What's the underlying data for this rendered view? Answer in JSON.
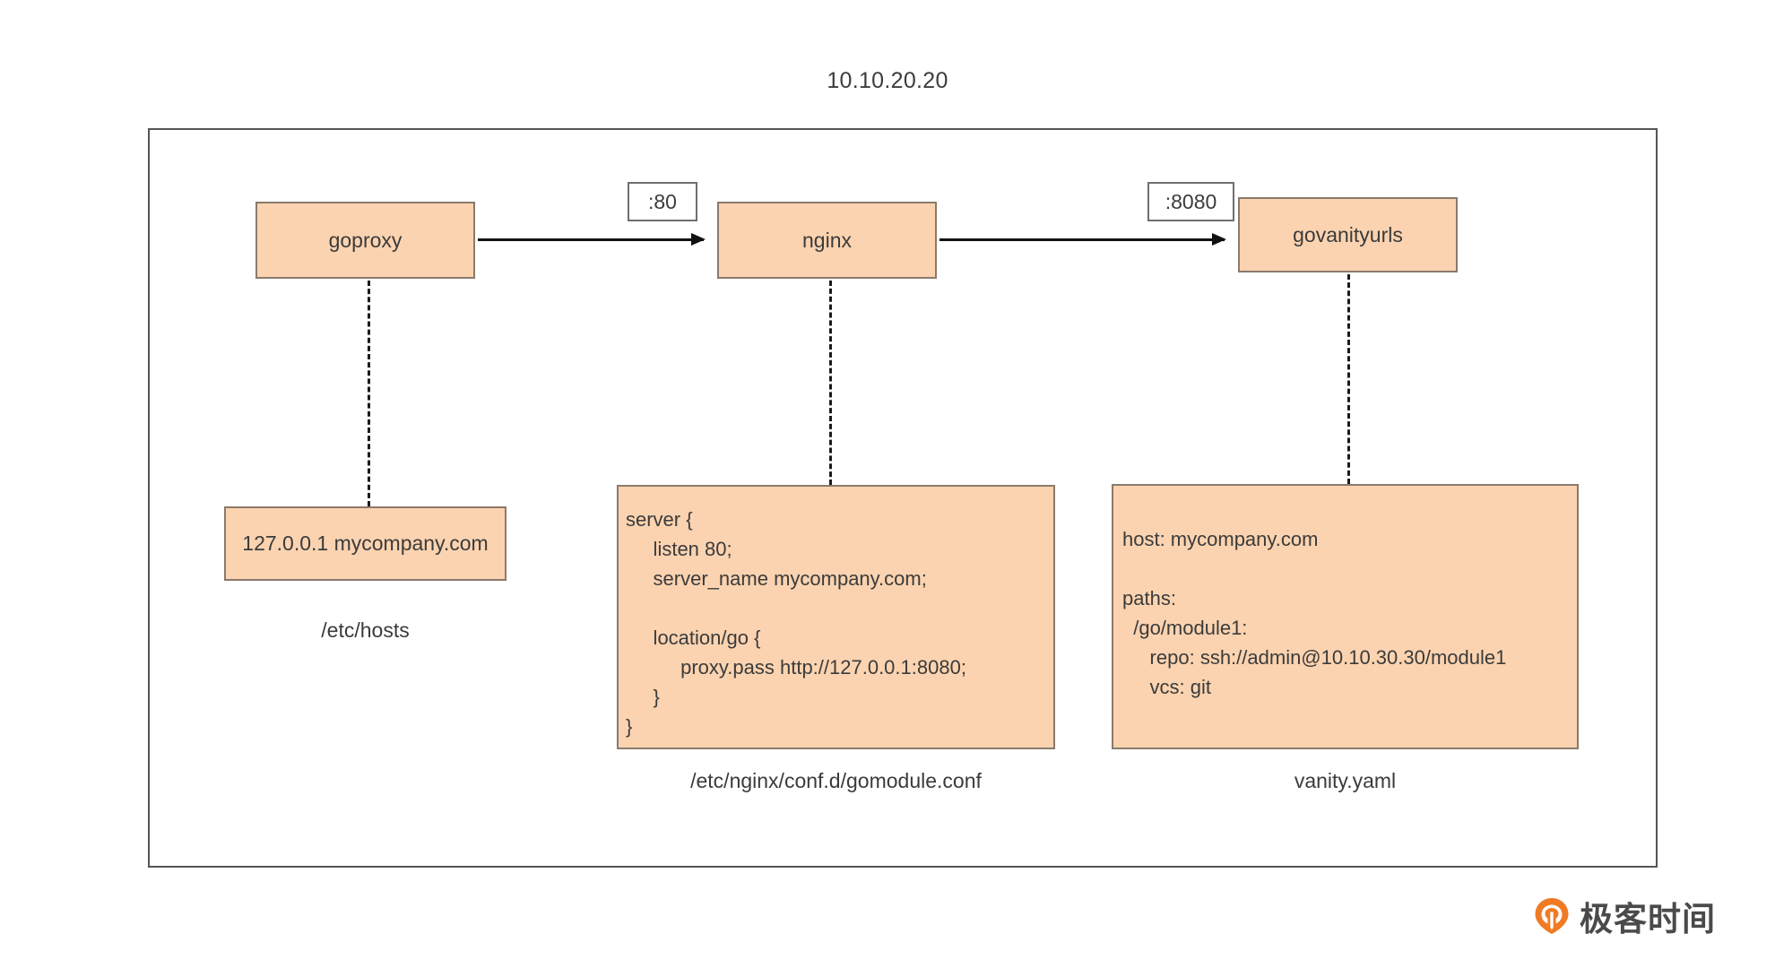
{
  "diagram": {
    "title": "10.10.20.20",
    "type": "architecture-flow",
    "colors": {
      "node_fill": "#FBD3B0",
      "node_border": "#8a7a6d",
      "frame_border": "#555555",
      "arrow": "#111111",
      "text": "#3b3b3b",
      "brand_orange": "#F07B24"
    },
    "services": [
      {
        "id": "goproxy",
        "label": "goproxy"
      },
      {
        "id": "nginx",
        "label": "nginx"
      },
      {
        "id": "govanityurls",
        "label": "govanityurls"
      }
    ],
    "ports": [
      {
        "id": "port-80",
        "label": ":80",
        "from": "goproxy",
        "to": "nginx"
      },
      {
        "id": "port-8080",
        "label": ":8080",
        "from": "nginx",
        "to": "govanityurls"
      }
    ],
    "files": [
      {
        "id": "hosts",
        "caption": "/etc/hosts",
        "content": "127.0.0.1 mycompany.com",
        "attached_to": "goproxy"
      },
      {
        "id": "gomodule-conf",
        "caption": "/etc/nginx/conf.d/gomodule.conf",
        "content": "server {\n     listen 80;\n     server_name mycompany.com;\n\n     location/go {\n          proxy.pass http://127.0.0.1:8080;\n     }\n}",
        "attached_to": "nginx"
      },
      {
        "id": "vanity-yaml",
        "caption": "vanity.yaml",
        "content": "host: mycompany.com\n\npaths:\n  /go/module1:\n     repo: ssh://admin@10.10.30.30/module1\n     vcs: git",
        "attached_to": "govanityurls"
      }
    ]
  },
  "watermark": {
    "text": "极客时间",
    "icon": "geektime-pin-logo-icon"
  }
}
